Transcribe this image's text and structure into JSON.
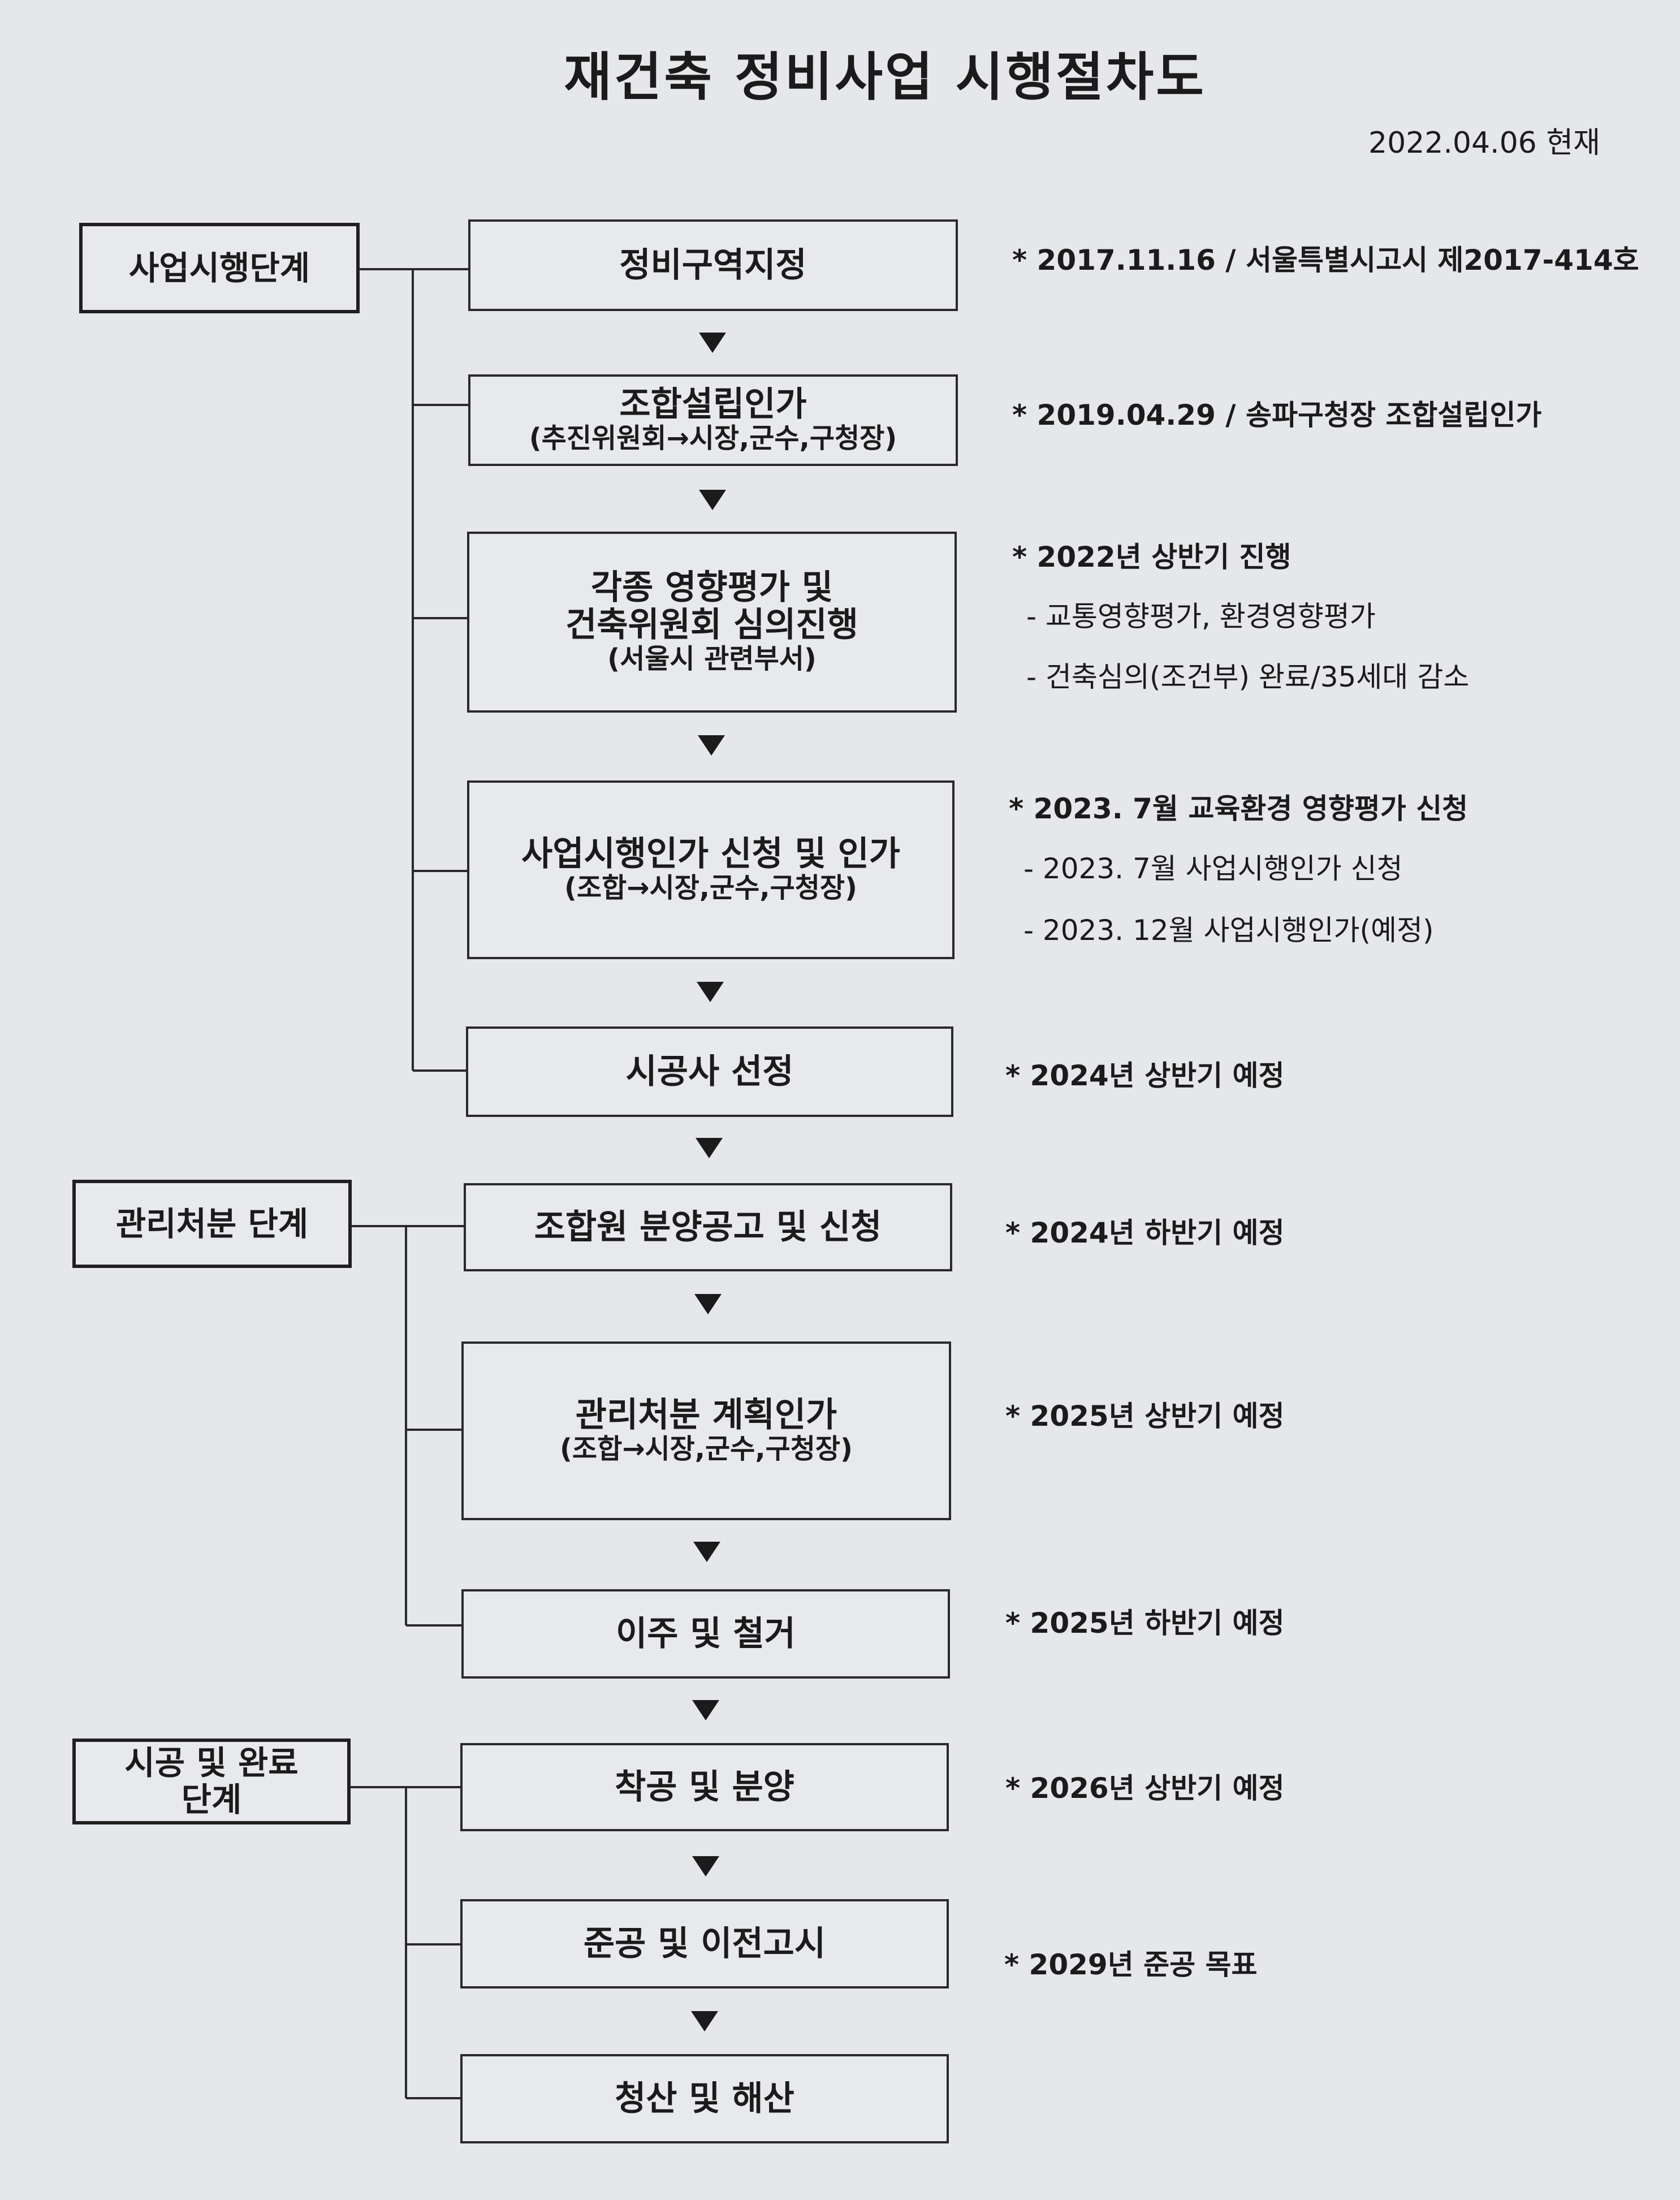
{
  "title": "재건축 정비사업 시행절차도",
  "as_of": "2022.04.06 현재",
  "phases": [
    {
      "label": "사업시행단계"
    },
    {
      "label": "관리처분 단계"
    },
    {
      "label": "시공 및 완료\n단계"
    }
  ],
  "steps": [
    {
      "label": "정비구역지정",
      "sub": ""
    },
    {
      "label": "조합설립인가",
      "sub": "(추진위원회→시장,군수,구청장)"
    },
    {
      "label": "각종 영향평가 및\n건축위원회 심의진행",
      "sub": "(서울시 관련부서)"
    },
    {
      "label": "사업시행인가 신청 및 인가",
      "sub": "(조합→시장,군수,구청장)"
    },
    {
      "label": "시공사 선정",
      "sub": ""
    },
    {
      "label": "조합원 분양공고 및 신청",
      "sub": ""
    },
    {
      "label": "관리처분 계획인가",
      "sub": "(조합→시장,군수,구청장)"
    },
    {
      "label": "이주 및 철거",
      "sub": ""
    },
    {
      "label": "착공 및 분양",
      "sub": ""
    },
    {
      "label": "준공 및 이전고시",
      "sub": ""
    },
    {
      "label": "청산 및 해산",
      "sub": ""
    }
  ],
  "notes": [
    {
      "text": "* 2017.11.16 / 서울특별시고시 제2017-414호"
    },
    {
      "text": "* 2019.04.29 / 송파구청장 조합설립인가"
    },
    {
      "text": "* 2022년 상반기 진행"
    },
    {
      "text": "- 교통영향평가, 환경영향평가"
    },
    {
      "text": "- 건축심의(조건부) 완료/35세대 감소"
    },
    {
      "text": "* 2023.  7월 교육환경 영향평가 신청"
    },
    {
      "text": "- 2023. 7월   사업시행인가 신청"
    },
    {
      "text": "- 2023. 12월   사업시행인가(예정)"
    },
    {
      "text": "* 2024년 상반기 예정"
    },
    {
      "text": "* 2024년 하반기 예정"
    },
    {
      "text": "* 2025년 상반기 예정"
    },
    {
      "text": "* 2025년 하반기 예정"
    },
    {
      "text": "* 2026년 상반기 예정"
    },
    {
      "text": "* 2029년 준공 목표"
    }
  ]
}
